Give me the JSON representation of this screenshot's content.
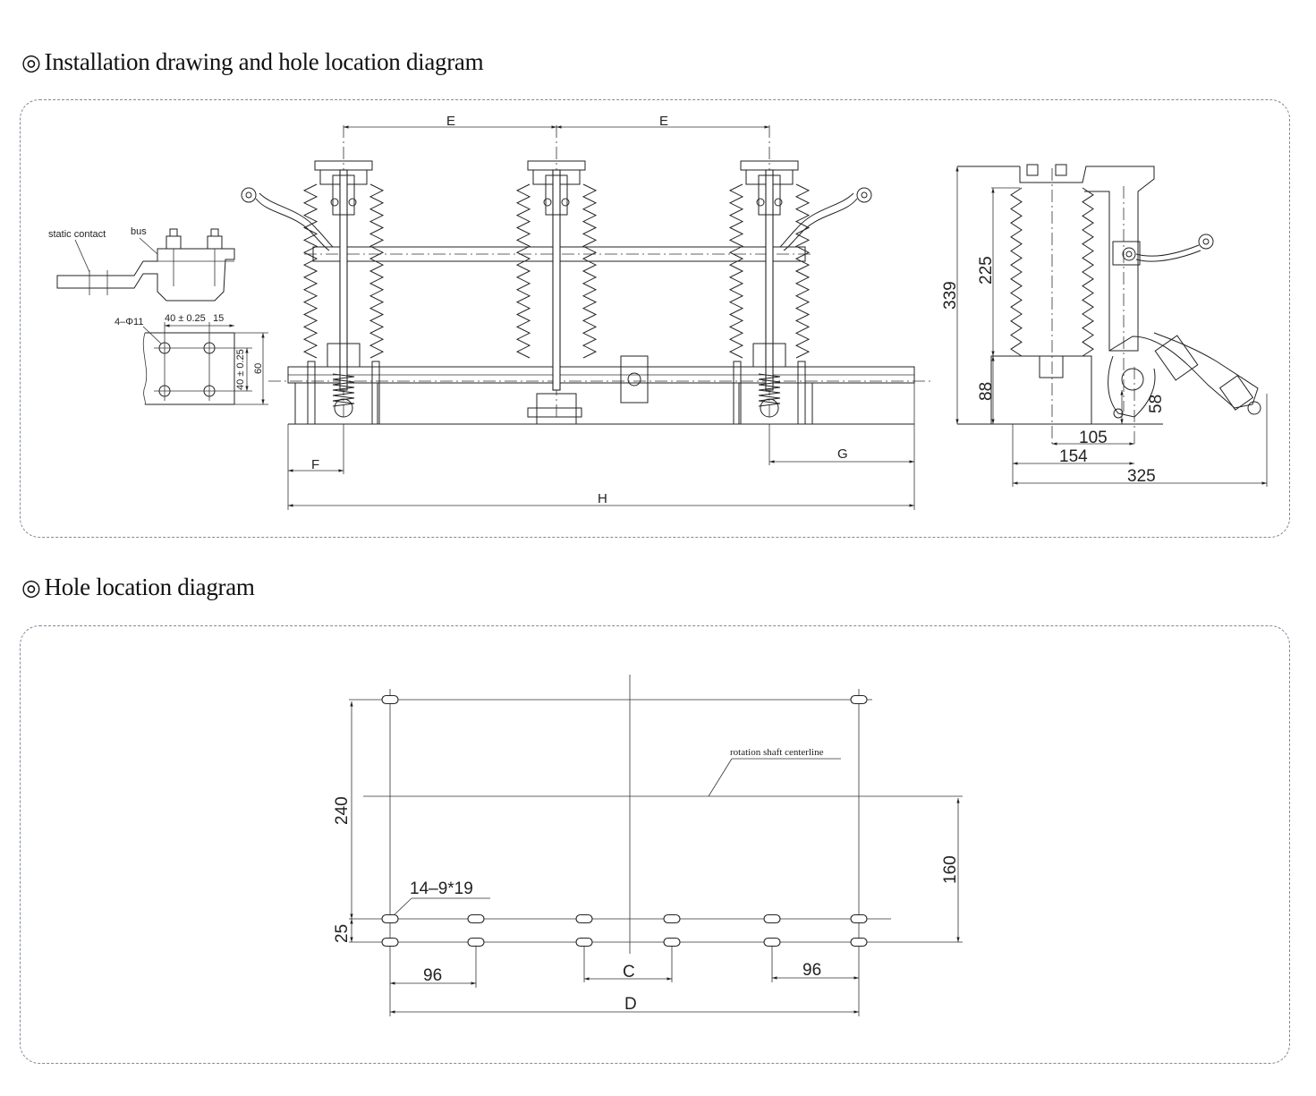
{
  "sections": [
    {
      "title": "Installation drawing and hole location diagram",
      "marker": "◎"
    },
    {
      "title": "Hole location diagram",
      "marker": "◎"
    }
  ],
  "installation": {
    "labels": {
      "static_contact": "static contact",
      "bus": "bus",
      "holes": "4–Φ11",
      "pitch": "40 ± 0.25",
      "edge": "15",
      "vpitch": "40 ± 0.25",
      "height": "60"
    },
    "front_dims": {
      "E1": "E",
      "E2": "E",
      "F": "F",
      "G": "G",
      "H": "H"
    },
    "side_dims": {
      "d339": "339",
      "d225": "225",
      "d88": "88",
      "d58": "58",
      "d105": "105",
      "d154": "154",
      "d325": "325"
    }
  },
  "hole_diagram": {
    "labels": {
      "shaft": "rotation shaft centerline",
      "holes": "14–9*19"
    },
    "dims": {
      "d240": "240",
      "d160": "160",
      "d25": "25",
      "d96a": "96",
      "d96b": "96",
      "C": "C",
      "D": "D"
    }
  }
}
